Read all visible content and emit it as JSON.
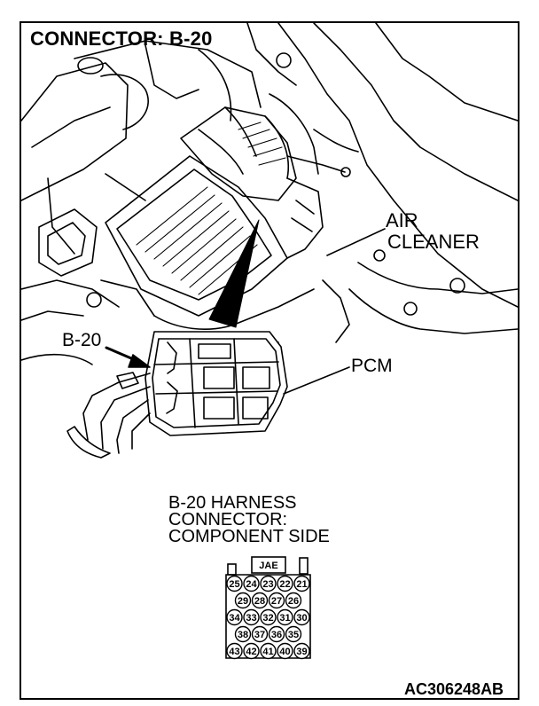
{
  "title": "CONNECTOR: B-20",
  "labels": {
    "air_cleaner_line1": "AIR",
    "air_cleaner_line2": "CLEANER",
    "connector": "B-20",
    "pcm": "PCM"
  },
  "caption": {
    "line1": "B-20 HARNESS",
    "line2": "CONNECTOR:",
    "line3": "COMPONENT SIDE"
  },
  "connector_tag": "JAE",
  "pin_rows": [
    [
      "25",
      "24",
      "23",
      "22",
      "21"
    ],
    [
      "29",
      "28",
      "27",
      "26"
    ],
    [
      "34",
      "33",
      "32",
      "31",
      "30"
    ],
    [
      "38",
      "37",
      "36",
      "35"
    ],
    [
      "43",
      "42",
      "41",
      "40",
      "39"
    ]
  ],
  "reference_code": "AC306248AB"
}
